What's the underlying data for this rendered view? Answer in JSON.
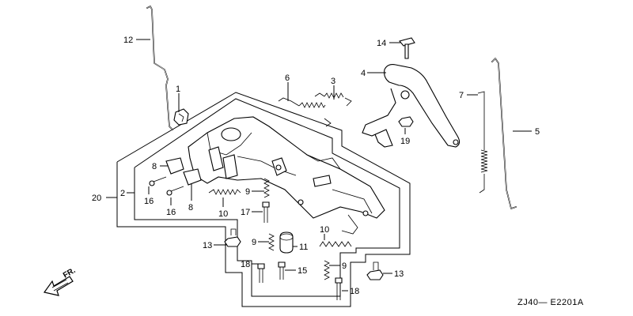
{
  "callouts": [
    {
      "id": "c12",
      "text": "12"
    },
    {
      "id": "c1",
      "text": "1"
    },
    {
      "id": "c6",
      "text": "6"
    },
    {
      "id": "c3",
      "text": "3"
    },
    {
      "id": "c14",
      "text": "14"
    },
    {
      "id": "c4",
      "text": "4"
    },
    {
      "id": "c7",
      "text": "7"
    },
    {
      "id": "c5",
      "text": "5"
    },
    {
      "id": "c19",
      "text": "19"
    },
    {
      "id": "c8a",
      "text": "8"
    },
    {
      "id": "c20",
      "text": "20"
    },
    {
      "id": "c2",
      "text": "2"
    },
    {
      "id": "c16a",
      "text": "16"
    },
    {
      "id": "c16b",
      "text": "16"
    },
    {
      "id": "c8b",
      "text": "8"
    },
    {
      "id": "c10a",
      "text": "10"
    },
    {
      "id": "c9a",
      "text": "9"
    },
    {
      "id": "c17",
      "text": "17"
    },
    {
      "id": "c13a",
      "text": "13"
    },
    {
      "id": "c9b",
      "text": "9"
    },
    {
      "id": "c11",
      "text": "11"
    },
    {
      "id": "c10b",
      "text": "10"
    },
    {
      "id": "c18a",
      "text": "18"
    },
    {
      "id": "c15",
      "text": "15"
    },
    {
      "id": "c9c",
      "text": "9"
    },
    {
      "id": "c13b",
      "text": "13"
    },
    {
      "id": "c18b",
      "text": "18"
    }
  ],
  "direction_label": "FR.",
  "diagram_code": "ZJ40— E2201A"
}
